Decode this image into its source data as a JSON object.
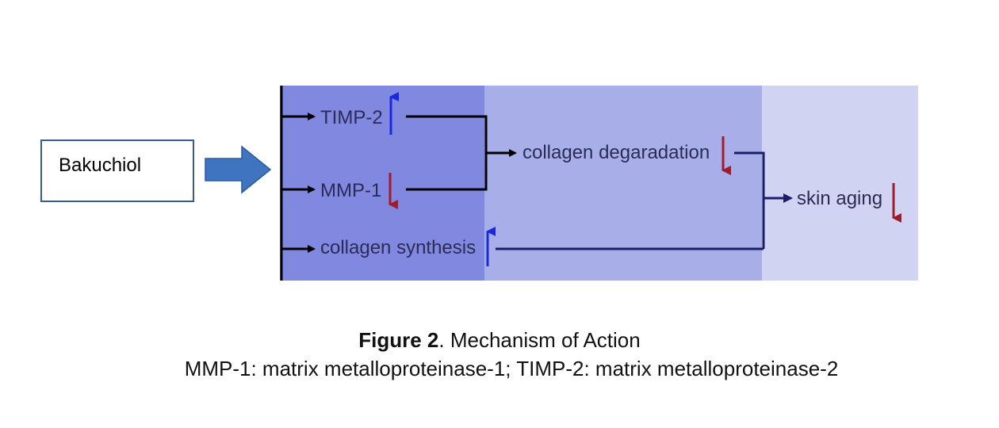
{
  "input": {
    "label": "Bakuchiol"
  },
  "nodes": {
    "timp2": "TIMP-2",
    "mmp1": "MMP-1",
    "collagen_synthesis": "collagen synthesis",
    "collagen_degradation": "collagen degaradation",
    "skin_aging": "skin aging"
  },
  "caption": {
    "figure_label": "Figure 2",
    "title": ". Mechanism of Action",
    "legend": "MMP-1: matrix metalloproteinase-1; TIMP-2: matrix metalloproteinase-2"
  },
  "colors": {
    "panel_1": "#8088e0",
    "panel_2": "#a8aee8",
    "panel_3": "#d0d3f2",
    "input_arrow": "#3f74c0",
    "up_arrow": "#1a28e0",
    "down_arrow": "#a01c2c",
    "connector": "#1c1e6a"
  },
  "indicators": {
    "timp2": "up",
    "mmp1": "down",
    "collagen_synthesis": "up",
    "collagen_degradation": "down",
    "skin_aging": "down"
  }
}
